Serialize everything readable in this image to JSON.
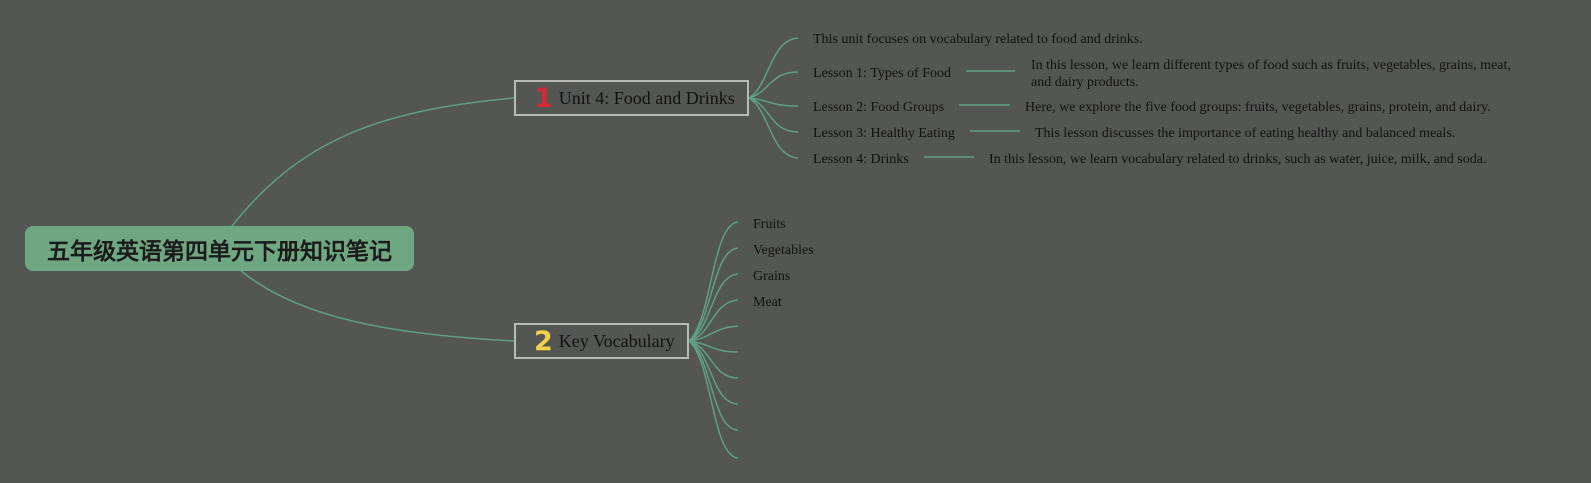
{
  "colors": {
    "background": "#545653",
    "root_fill": "#6fa782",
    "connector": "#5fa084",
    "branch_border": "#b8bab6",
    "marker_1": "#d42a36",
    "marker_2": "#f2d24b"
  },
  "root": {
    "title": "五年级英语第四单元下册知识笔记"
  },
  "branches": [
    {
      "marker": "1",
      "title": "Unit 4: Food and Drinks",
      "intro": "This unit focuses on vocabulary related to food and drinks.",
      "lessons": [
        {
          "title": "Lesson 1: Types of Food",
          "detail": "In this lesson, we learn different types of food such as fruits, vegetables, grains, meat, and dairy products."
        },
        {
          "title": "Lesson 2: Food Groups",
          "detail": "Here, we explore the five food groups: fruits, vegetables, grains, protein, and dairy."
        },
        {
          "title": "Lesson 3: Healthy Eating",
          "detail": "This lesson discusses the importance of eating healthy and balanced meals."
        },
        {
          "title": "Lesson 4: Drinks",
          "detail": "In this lesson, we learn vocabulary related to drinks, such as water, juice, milk, and soda."
        }
      ]
    },
    {
      "marker": "2",
      "title": "Key Vocabulary",
      "items": [
        "Fruits",
        "Vegetables",
        "Grains",
        "Meat",
        "",
        "",
        "",
        "",
        "",
        ""
      ]
    }
  ]
}
